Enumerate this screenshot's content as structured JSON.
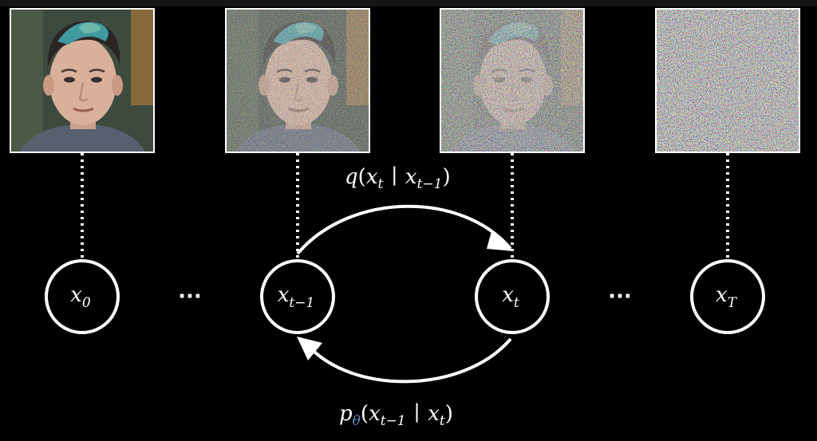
{
  "diagram": {
    "colors": {
      "background": "#000000",
      "stroke": "#ffffff",
      "theta_accent": "#5b86b5"
    },
    "nodes": [
      {
        "id": "x0",
        "symbol": "x",
        "subscript": "0",
        "noise_level": 0.0
      },
      {
        "id": "ellipsis-left",
        "text": "···"
      },
      {
        "id": "xt-1",
        "symbol": "x",
        "subscript": "t−1",
        "noise_level": 0.45
      },
      {
        "id": "xt",
        "symbol": "x",
        "subscript": "t",
        "noise_level": 0.75
      },
      {
        "id": "ellipsis-right",
        "text": "···"
      },
      {
        "id": "xT",
        "symbol": "x",
        "subscript": "T",
        "noise_level": 1.0
      }
    ],
    "forward_label": {
      "fn": "q",
      "open": "(",
      "arg1_symbol": "x",
      "arg1_sub": "t",
      "bar": "∣",
      "arg2_symbol": "x",
      "arg2_sub": "t−1",
      "close": ")"
    },
    "reverse_label": {
      "fn": "p",
      "fn_sub": "θ",
      "open": "(",
      "arg1_symbol": "x",
      "arg1_sub": "t−1",
      "bar": "∣",
      "arg2_symbol": "x",
      "arg2_sub": "t",
      "close": ")"
    }
  }
}
